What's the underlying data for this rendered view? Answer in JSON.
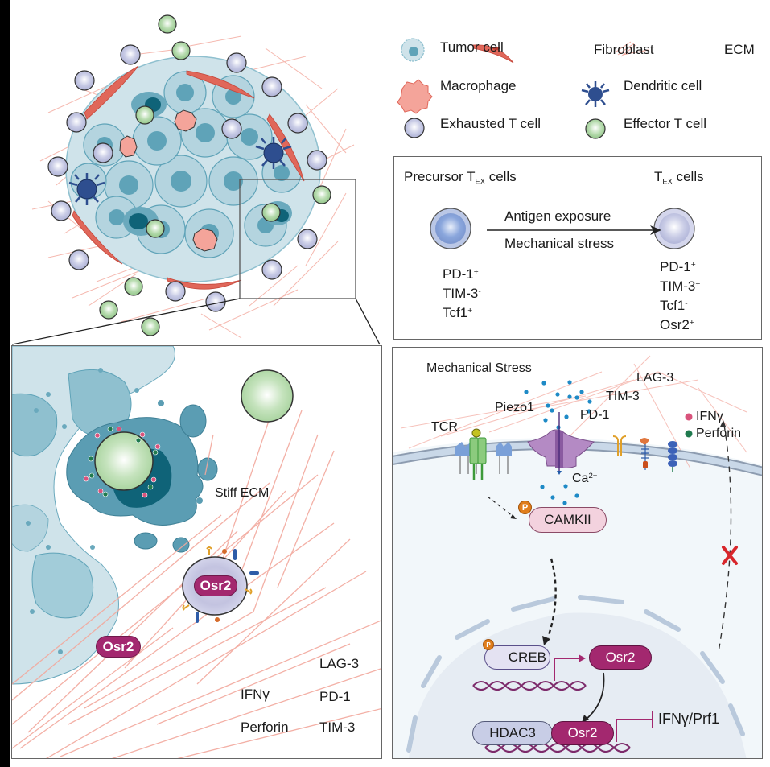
{
  "colors": {
    "tumor_light": "#cfe3ea",
    "tumor_mid": "#8fc0cf",
    "tumor_nucleus": "#5fa3b8",
    "tumor_dark": "#0f6378",
    "fibroblast": "#e0675a",
    "ecm": "#f2a79c",
    "macrophage": "#f4a49a",
    "dendritic": "#2e4e8f",
    "exhausted_t": "#c9cce6",
    "effector_t": "#b8dcb0",
    "osr2": "#a3286f",
    "camkii": "#f3d2de",
    "creb": "#e4e2f2",
    "hdac3": "#c8cde6",
    "ifng_dot": "#d9537c",
    "perforin_dot": "#1f7a4e",
    "calcium": "#1e8ac6",
    "phospho": "#e07d1b",
    "inhibit_x": "#d8262b",
    "membrane": "#b9c9dc",
    "cytoplasm": "#f2f7fa",
    "nucleus_bg": "#e6ecf3"
  },
  "legend": {
    "items": [
      {
        "icon": "tumor-cell-icon",
        "label": "Tumor cell"
      },
      {
        "icon": "fibroblast-icon",
        "label": "Fibroblast"
      },
      {
        "icon": "ecm-icon",
        "label": "ECM"
      },
      {
        "icon": "macrophage-icon",
        "label": "Macrophage"
      },
      {
        "icon": "dendritic-cell-icon",
        "label": "Dendritic cell"
      },
      {
        "icon": "exhausted-t-cell-icon",
        "label": "Exhausted T cell"
      },
      {
        "icon": "effector-t-cell-icon",
        "label": "Effector T cell"
      }
    ]
  },
  "transition": {
    "left_title": "Precursor T",
    "left_title_sub": "EX",
    "left_title_suffix": " cells",
    "right_title": "T",
    "right_title_sub": "EX",
    "right_title_suffix": " cells",
    "arrow_top": "Antigen exposure",
    "arrow_bottom": "Mechanical stress",
    "left_markers": [
      {
        "name": "PD-1",
        "sign": "+"
      },
      {
        "name": "TIM-3",
        "sign": "-"
      },
      {
        "name": "Tcf1",
        "sign": "+"
      }
    ],
    "right_markers": [
      {
        "name": "PD-1",
        "sign": "+"
      },
      {
        "name": "TIM-3",
        "sign": "+"
      },
      {
        "name": "Tcf1",
        "sign": "-"
      },
      {
        "name": "Osr2",
        "sign": "+"
      }
    ]
  },
  "zoom_panel": {
    "stiff_ecm": "Stiff ECM",
    "osr2_label": "Osr2",
    "legend": {
      "ifng": "IFNγ",
      "perforin": "Perforin",
      "lag3": "LAG-3",
      "pd1": "PD-1",
      "tim3": "TIM-3"
    }
  },
  "pathway": {
    "mechanical_stress": "Mechanical Stress",
    "piezo1": "Piezo1",
    "tcr": "TCR",
    "pd1": "PD-1",
    "tim3": "TIM-3",
    "lag3": "LAG-3",
    "ifng": "IFNγ",
    "perforin": "Perforin",
    "calcium": "Ca",
    "calcium_charge": "2+",
    "camkii": "CAMKII",
    "phospho": "P",
    "creb": "CREB",
    "osr2": "Osr2",
    "hdac3": "HDAC3",
    "target": "IFNγ/Prf1"
  }
}
